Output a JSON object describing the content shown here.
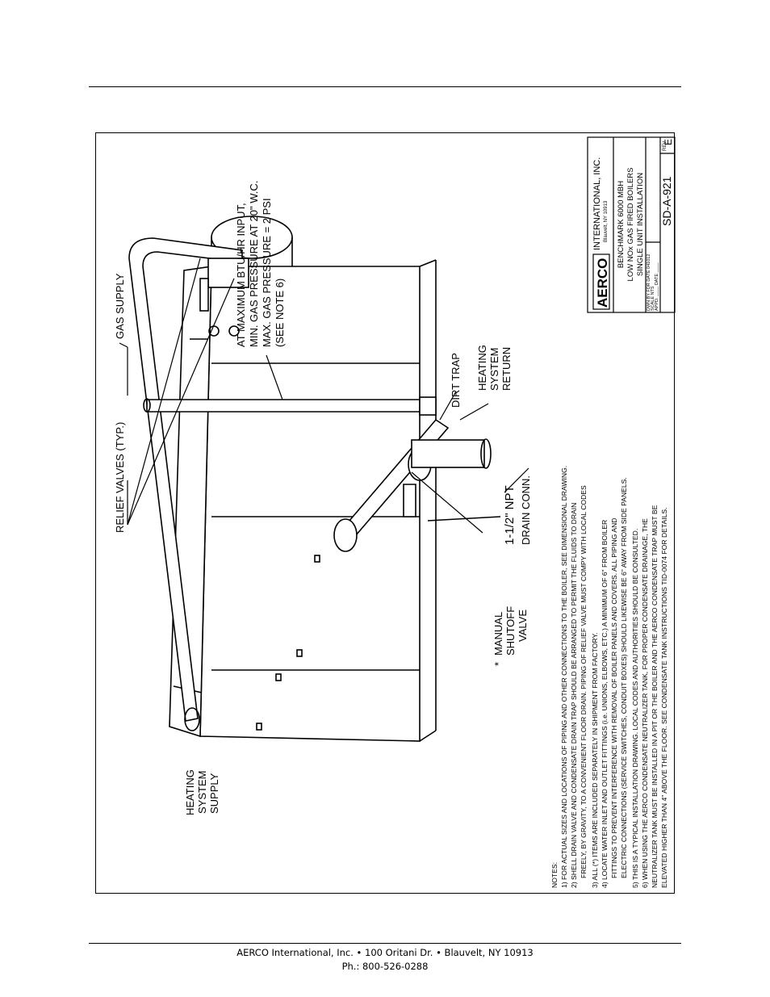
{
  "drawing": {
    "callouts": {
      "gas_supply": "GAS SUPPLY",
      "relief_valves": "RELIEF VALVES (TYP.)",
      "gas_note": [
        "AT MAXIMUM BTU/HR INPUT,",
        "MIN. GAS PRESSURE AT 20\" W.C.",
        "MAX. GAS PRESSURE = 2 PSI",
        "(SEE NOTE 6)"
      ],
      "dirt_trap": "DIRT TRAP",
      "heating_return": [
        "HEATING",
        "SYSTEM",
        "RETURN"
      ],
      "drain_conn": [
        "1-1/2\" NPT",
        "DRAIN CONN."
      ],
      "manual_shutoff": [
        "MANUAL",
        "SHUTOFF",
        "VALVE"
      ],
      "manual_shutoff_star": "*",
      "heating_supply": [
        "HEATING",
        "SYSTEM",
        "SUPPLY"
      ]
    },
    "notes": [
      "NOTES:",
      "1) FOR ACTUAL SIZES AND LOCATIONS OF PIPING AND OTHER CONNECTIONS TO THE BOILER, SEE DIMENSIONAL DRAWING.",
      "2) SHELL DRAIN VALVE AND CONDENSATE DRAIN TRAP SHOULD BE ARRANGED TO PERMIT THE FLUIDS TO DRAIN",
      "FREELY, BY GRAVITY, TO A CONVENIENT FLOOR DRAIN. PIPING OF RELIEF VALVE MUST COMPY WITH LOCAL CODES",
      "3) ALL (*) ITEMS ARE INCLUDED SEPARATELY IN SHIPMENT FROM FACTORY.",
      "4) LOCATE WATER INLET AND OUTLET FITTINGS (i.e. UNIONS, ELBOWS, ETC.) A MINIMUM OF 6\" FROM BOILER",
      "FITTINGS TO PREVENT INTERFERENCE WITH REMOVAL OF BOILER PANELS AND COVERS. ALL PIPING AND",
      "ELECTRIC CONNECTIONS (SERVICE SWITCHES, CONDUIT BOXES) SHOULD LIKEWISE BE 6\" AWAY FROM SIDE PANELS.",
      "5) THIS IS A TYPICAL INSTALLATION DRAWING. LOCAL CODES AND AUTHORITIES SHOULD BE CONSULTED.",
      "6) WHEN USING THE AERCO CONDENSATE NEUTRALIZER TANK, FOR PROPER CONDENSATE DRAINAGE, THE",
      "NEUTRALIZER TANK MUST BE INSTALLED IN A PIT OR THE BOILER AND THE AERCO CONDENSATE TRAP MUST BE",
      "ELEVATED HIGHER THAN 4\" ABOVE THE FLOOR. SEE CONDENSATE TANK INSTRUCTIONS TID-0074 FOR DETAILS."
    ],
    "title_block": {
      "logo": "AERCO",
      "company": "INTERNATIONAL, INC.",
      "city": "Blauvelt, NY 10913",
      "title_lines": [
        "BENCHMARK 6000 MBH",
        "LOW NOx GAS FIRED BOILERS",
        "SINGLE UNIT INSTALLATION"
      ],
      "drawn_by": "DWN.BY FDR DATE 041012",
      "scale": "SCALE NTS",
      "appd": "APPD. ____ DATE ____",
      "drawing_number": "SD-A-921",
      "rev_label": "REV",
      "rev": "E"
    }
  },
  "footer": {
    "line1": "AERCO International, Inc. • 100 Oritani Dr. •  Blauvelt, NY 10913",
    "line2": "Ph.: 800-526-0288"
  }
}
